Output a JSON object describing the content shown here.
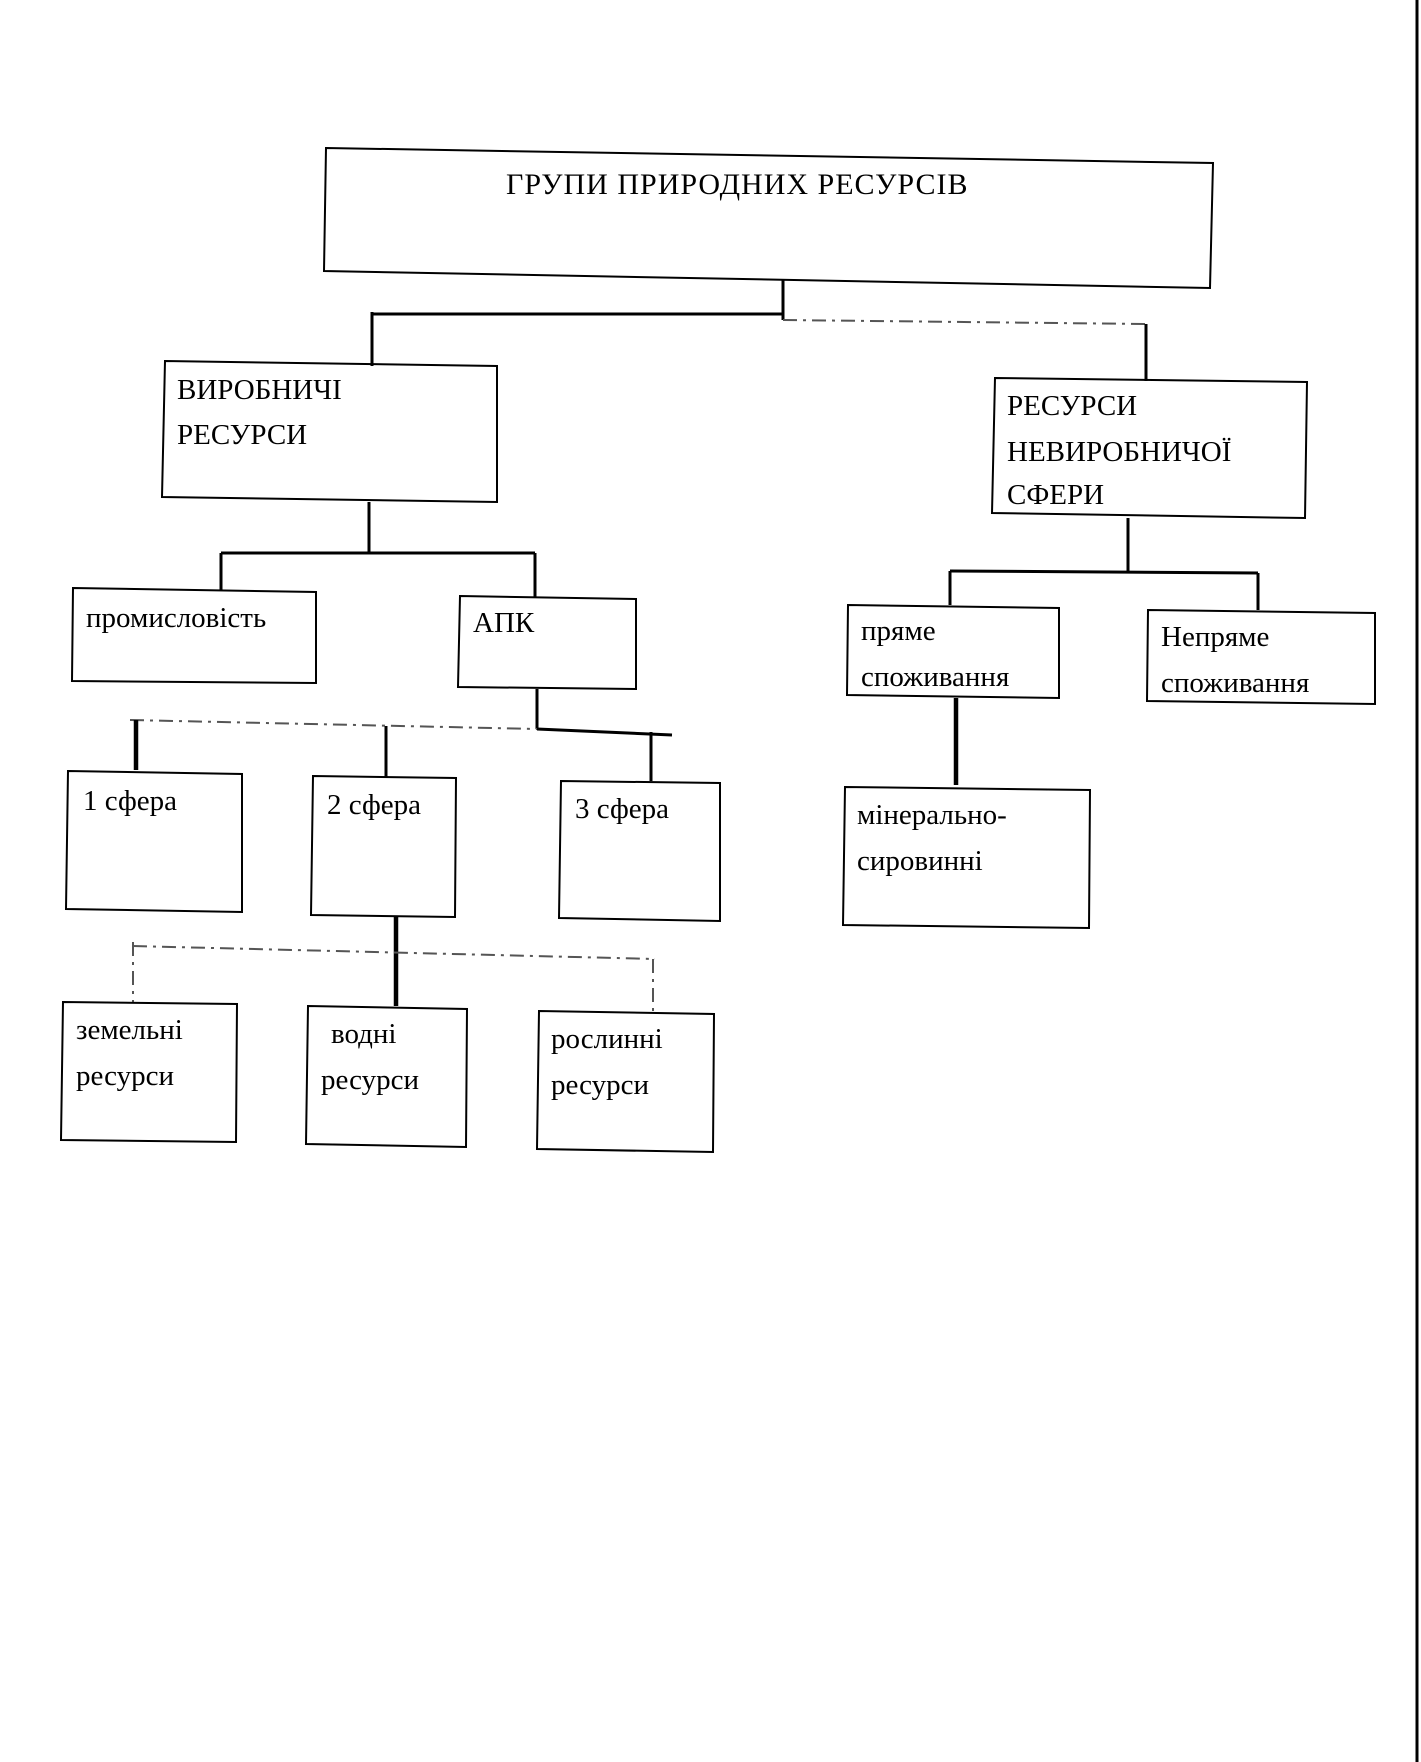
{
  "diagram": {
    "root": {
      "label": "ГРУПИ ПРИРОДНИХ РЕСУРСІВ"
    },
    "productive": {
      "lines": [
        "ВИРОБНИЧІ",
        "РЕСУРСИ"
      ]
    },
    "nonproductive": {
      "lines": [
        "РЕСУРСИ",
        "НЕВИРОБНИЧОЇ",
        "СФЕРИ"
      ]
    },
    "industry": {
      "label": "промисловість"
    },
    "apk": {
      "label": "АПК"
    },
    "direct": {
      "lines": [
        "пряме",
        "споживання"
      ]
    },
    "indirect": {
      "lines": [
        "Непряме",
        "споживання"
      ]
    },
    "sphere1": {
      "label": "1 сфера"
    },
    "sphere2": {
      "label": "2 сфера"
    },
    "sphere3": {
      "label": "3 сфера"
    },
    "mineral": {
      "lines": [
        "мінерально-",
        "сировинні"
      ]
    },
    "land": {
      "lines": [
        "земельні",
        "ресурси"
      ]
    },
    "water": {
      "lines": [
        "водні",
        "ресурси"
      ]
    },
    "plant": {
      "lines": [
        "рослинні",
        "ресурси"
      ]
    }
  }
}
